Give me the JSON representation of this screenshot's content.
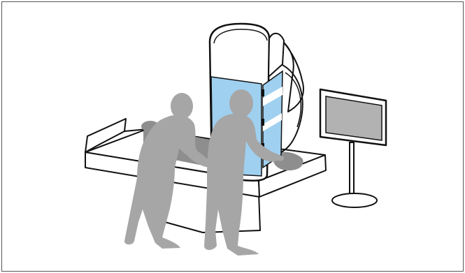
{
  "figure": {
    "colors": {
      "background": "#ffffff",
      "frame_border": "#555555",
      "outline": "#111111",
      "person_fill": "#a6a6a6",
      "patient_fill": "#8e8e8e",
      "screen_fill": "#b2b2b2",
      "glass_fill": "#9fd0f0",
      "surface_fill": "#ffffff"
    },
    "elements": {
      "table": "patient-table",
      "gantry": "scanner-gantry",
      "monitor": "display-monitor",
      "patient": "patient-silhouette",
      "staff_left": "staff-figure",
      "staff_right": "staff-figure"
    }
  }
}
